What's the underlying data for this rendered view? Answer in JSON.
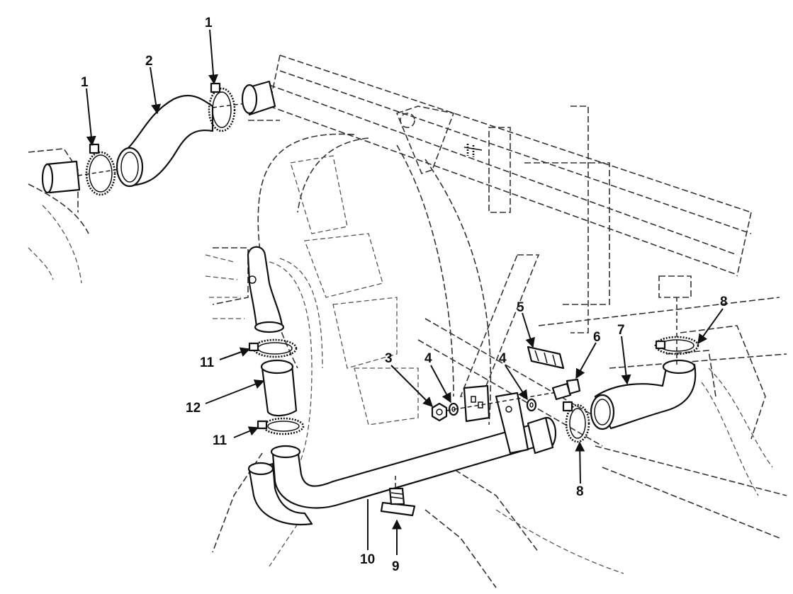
{
  "callouts": {
    "c1a": "1",
    "c1b": "1",
    "c2": "2",
    "c3": "3",
    "c4a": "4",
    "c4b": "4",
    "c5": "5",
    "c6": "6",
    "c7": "7",
    "c8a": "8",
    "c8b": "8",
    "c9": "9",
    "c10": "10",
    "c11a": "11",
    "c11b": "11",
    "c12": "12"
  },
  "colors": {
    "ink": "#111111",
    "background": "#ffffff"
  }
}
